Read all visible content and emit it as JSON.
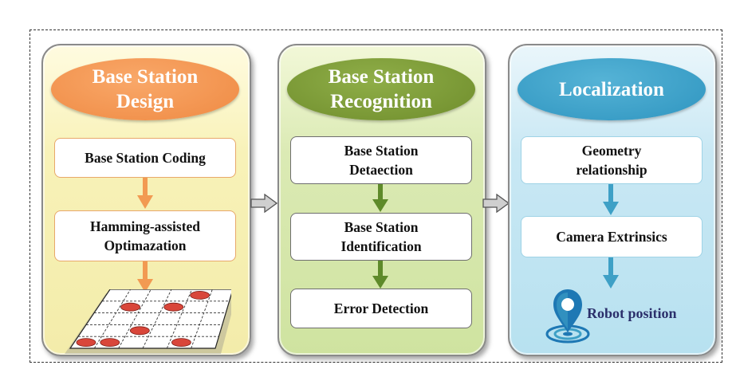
{
  "stages": [
    {
      "title_lines": [
        "Base Station",
        "Design"
      ],
      "steps": [
        {
          "lines": [
            "Base Station Coding"
          ]
        },
        {
          "lines": [
            "Hamming-assisted",
            "Optimazation"
          ]
        }
      ]
    },
    {
      "title_lines": [
        "Base Station",
        "Recognition"
      ],
      "steps": [
        {
          "lines": [
            "Base Station",
            "Detaection"
          ]
        },
        {
          "lines": [
            "Base Station",
            "Identification"
          ]
        },
        {
          "lines": [
            "Error Detection"
          ]
        }
      ]
    },
    {
      "title_lines": [
        "Localization"
      ],
      "steps": [
        {
          "lines": [
            "Geometry",
            "relationship"
          ]
        },
        {
          "lines": [
            "Camera Extrinsics"
          ]
        }
      ],
      "result_label": "Robot position"
    }
  ],
  "grid_marker_count": 7,
  "icons": {
    "flow_arrow": "down-arrow-icon",
    "stage_arrow": "right-arrow-icon",
    "location": "location-pin-icon",
    "grid": "coded-grid-icon"
  },
  "colors": {
    "design_accent": "#ef8a43",
    "recognition_accent": "#6f8d2c",
    "localization_accent": "#2f95c0",
    "design_panel": "#f8f2b8",
    "recognition_panel": "#dbeab4",
    "localization_panel": "#c9e8f4",
    "marker_red": "#d9463a",
    "robot_label": "#2b2f6b"
  }
}
